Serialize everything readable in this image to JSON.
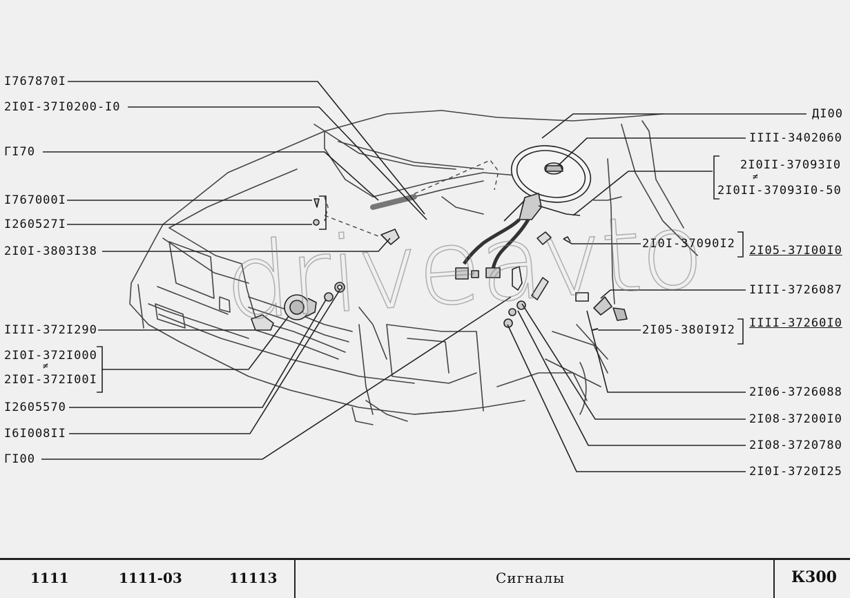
{
  "left_labels": [
    {
      "id": "l1",
      "text": "I767870I"
    },
    {
      "id": "l2",
      "text": "2I0I-37I0200-I0"
    },
    {
      "id": "l3",
      "text": "ГI70"
    },
    {
      "id": "l4",
      "text": "I767000I"
    },
    {
      "id": "l5",
      "text": "I260527I"
    },
    {
      "id": "l6",
      "text": "2I0I-3803I38"
    },
    {
      "id": "l7",
      "text": "IIII-372I290"
    },
    {
      "id": "l8",
      "text": "2I0I-372I000"
    },
    {
      "id": "l9",
      "text": "2I0I-372I00I"
    },
    {
      "id": "l10",
      "text": "I2605570"
    },
    {
      "id": "l11",
      "text": "I6I008II"
    },
    {
      "id": "l12",
      "text": "ГI00"
    }
  ],
  "right_labels": [
    {
      "id": "r1",
      "text": "ДI00"
    },
    {
      "id": "r2",
      "text": "IIII-3402060"
    },
    {
      "id": "r3",
      "text": "2I0II-37093I0"
    },
    {
      "id": "r4",
      "text": "2I0II-37093I0-50"
    },
    {
      "id": "r5",
      "text": "2I0I-37090I2"
    },
    {
      "id": "r6",
      "text": "2I05-37I00I0"
    },
    {
      "id": "r7",
      "text": "IIII-3726087"
    },
    {
      "id": "r8",
      "text": "IIII-37260I0"
    },
    {
      "id": "r9",
      "text": "2I05-380I9I2"
    },
    {
      "id": "r10",
      "text": "2I06-3726088"
    },
    {
      "id": "r11",
      "text": "2I08-37200I0"
    },
    {
      "id": "r12",
      "text": "2I08-3720780"
    },
    {
      "id": "r13",
      "text": "2I0I-3720I25"
    }
  ],
  "not_equal_symbol": "≠",
  "watermark": "driveavto",
  "footer": {
    "models": [
      "1111",
      "1111-03",
      "11113"
    ],
    "title": "Сигналы",
    "code": "К300"
  }
}
